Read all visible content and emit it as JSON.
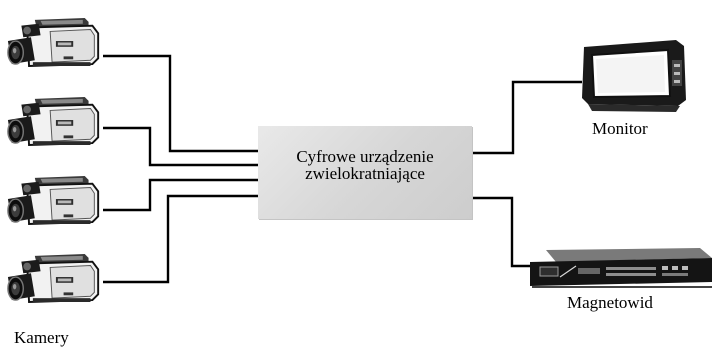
{
  "diagram": {
    "multiplexer": {
      "line1": "Cyfrowe urządzenie",
      "line2": "zwielokratniające"
    },
    "labels": {
      "cameras": "Kamery",
      "monitor": "Monitor",
      "vcr": "Magnetowid"
    },
    "devices": [
      {
        "kind": "camera-icon"
      },
      {
        "kind": "camera-icon"
      },
      {
        "kind": "camera-icon"
      },
      {
        "kind": "camera-icon"
      },
      {
        "kind": "monitor-icon"
      },
      {
        "kind": "vcr-icon"
      }
    ]
  }
}
